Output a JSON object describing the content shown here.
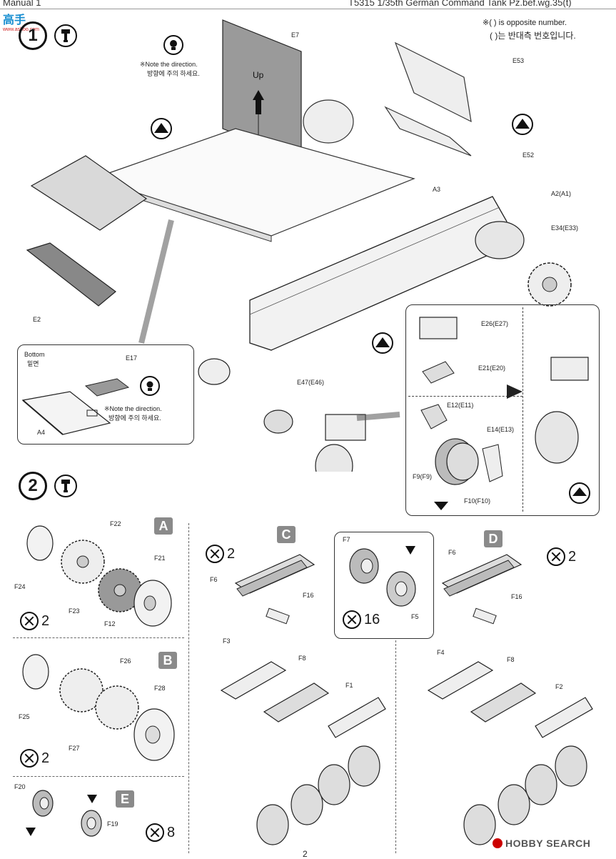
{
  "header": {
    "left": "Manual 1",
    "right": "T5315  1/35th German Command Tank Pz.bef.wg.35(t)"
  },
  "watermark_top": {
    "line1": "高手",
    "line2": "www.ashoo.com"
  },
  "notes": {
    "opposite_en": "※( ) is opposite number.",
    "opposite_ko": "( )는 반대측 번호입니다.",
    "direction_en": "※Note the direction.",
    "direction_ko": "방향에 주의 하세요.",
    "bottom_en": "Bottom",
    "bottom_ko": "밑면",
    "up_label": "Up"
  },
  "steps": [
    {
      "number": "1"
    },
    {
      "number": "2"
    }
  ],
  "step1_parts": {
    "E7": "E7",
    "E53": "E53",
    "E52": "E52",
    "A3": "A3",
    "A2": "A2(A1)",
    "E34": "E34(E33)",
    "E2": "E2",
    "E17": "E17",
    "A4": "A4",
    "E47": "E47(E46)",
    "E26": "E26(E27)",
    "E21": "E21(E20)",
    "E12": "E12(E11)",
    "E14": "E14(E13)",
    "F9": "F9(F9)",
    "F10": "F10(F10)"
  },
  "step2_groups": {
    "A": {
      "letter": "A",
      "mult": "2",
      "parts": [
        "F24",
        "F23",
        "F22",
        "F21",
        "F12"
      ]
    },
    "B": {
      "letter": "B",
      "mult": "2",
      "parts": [
        "F25",
        "F27",
        "F26",
        "F28"
      ]
    },
    "E": {
      "letter": "E",
      "mult": "8",
      "parts": [
        "F20",
        "F19"
      ]
    },
    "C": {
      "letter": "C",
      "mult": "2",
      "parts": [
        "F6",
        "F16",
        "F3",
        "F8",
        "F1"
      ]
    },
    "wheel": {
      "mult": "16",
      "parts": [
        "F7",
        "F5"
      ]
    },
    "D": {
      "letter": "D",
      "mult": "2",
      "parts": [
        "F6",
        "F16",
        "F4",
        "F8",
        "F2"
      ]
    }
  },
  "footer": {
    "page": "2",
    "watermark": "HOBBY SEARCH"
  }
}
